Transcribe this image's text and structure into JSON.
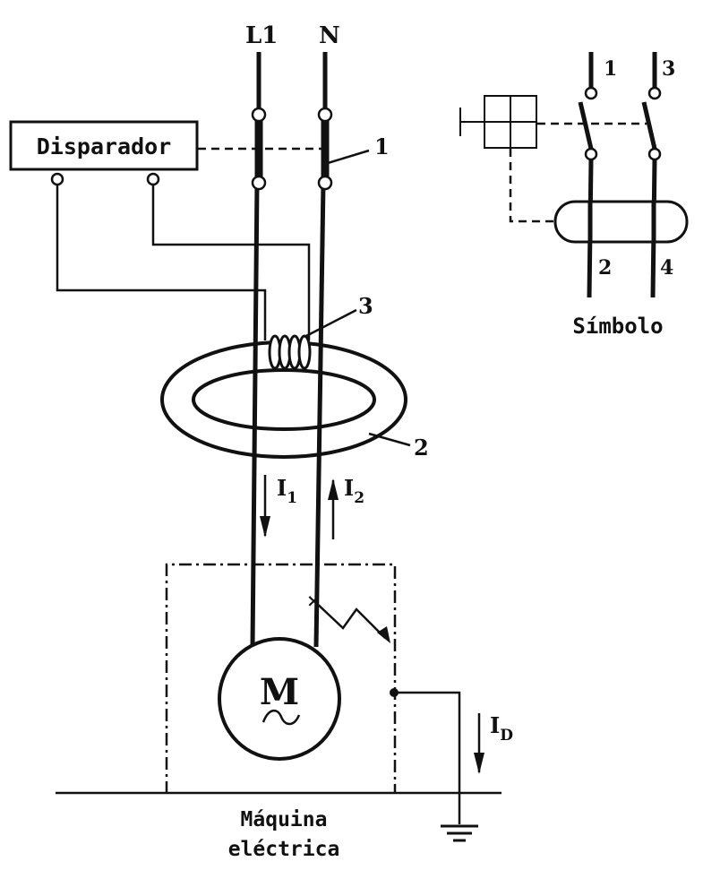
{
  "terminals": {
    "phase": "L1",
    "neutral": "N"
  },
  "tripper": {
    "label": "Disparador"
  },
  "callouts": {
    "c1": "1",
    "c2": "2",
    "c3": "3"
  },
  "currents": {
    "i1_main": "I",
    "i1_sub": "1",
    "i2_main": "I",
    "i2_sub": "2",
    "id_main": "I",
    "id_sub": "D"
  },
  "motor": {
    "letter": "M",
    "tilde": "~"
  },
  "machine": {
    "line1": "Máquina",
    "line2": "eléctrica"
  },
  "symbol": {
    "title": "Símbolo",
    "pins": {
      "p1": "1",
      "p2": "2",
      "p3": "3",
      "p4": "4"
    }
  }
}
